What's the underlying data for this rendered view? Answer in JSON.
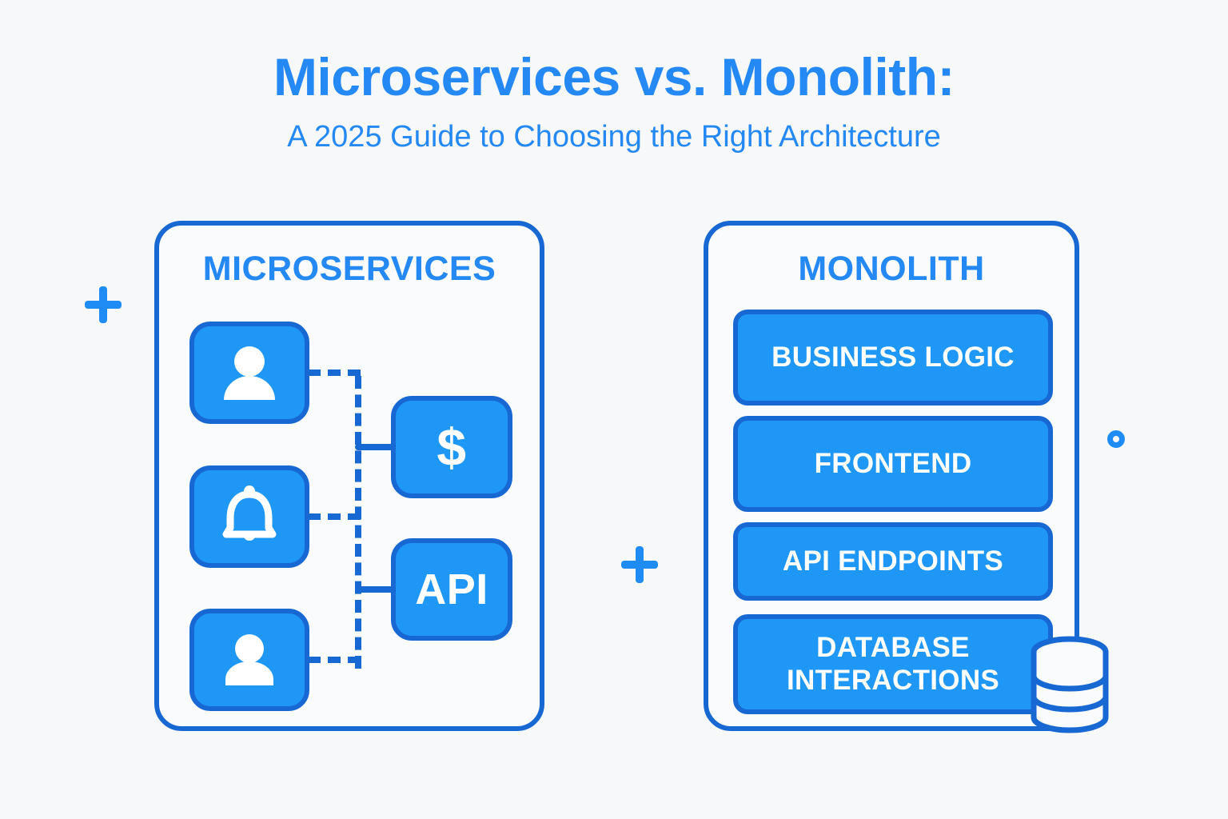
{
  "page": {
    "background_color": "#f7f8fa",
    "accent_color": "#2488f5",
    "fill_color": "#1f97f7",
    "stroke_color": "#1868d4"
  },
  "header": {
    "title": "Microservices vs. Monolith:",
    "subtitle": "A 2025 Guide to Choosing the Right Architecture"
  },
  "decorations": [
    {
      "name": "plus-left",
      "glyph": "+"
    },
    {
      "name": "plus-middle",
      "glyph": "+"
    },
    {
      "name": "ring-right",
      "glyph": "o"
    }
  ],
  "microservices_panel": {
    "title": "MICROSERVICES",
    "tiles": [
      {
        "id": "user-service-1",
        "icon": "person-icon",
        "label": ""
      },
      {
        "id": "notification-service",
        "icon": "bell-icon",
        "label": ""
      },
      {
        "id": "user-service-2",
        "icon": "person-icon",
        "label": ""
      },
      {
        "id": "payment-service",
        "icon": "dollar-icon",
        "label": "$"
      },
      {
        "id": "api-service",
        "icon": "api-icon",
        "label": "API"
      }
    ]
  },
  "monolith_panel": {
    "title": "MONOLITH",
    "bars": [
      {
        "id": "business-logic",
        "label": "BUSINESS LOGIC"
      },
      {
        "id": "frontend",
        "label": "FRONTEND"
      },
      {
        "id": "api-endpoints",
        "label": "API ENDPOINTS"
      },
      {
        "id": "database-interactions",
        "label": "DATABASE INTERACTIONS"
      }
    ],
    "database_icon": "database-cylinder-icon"
  }
}
